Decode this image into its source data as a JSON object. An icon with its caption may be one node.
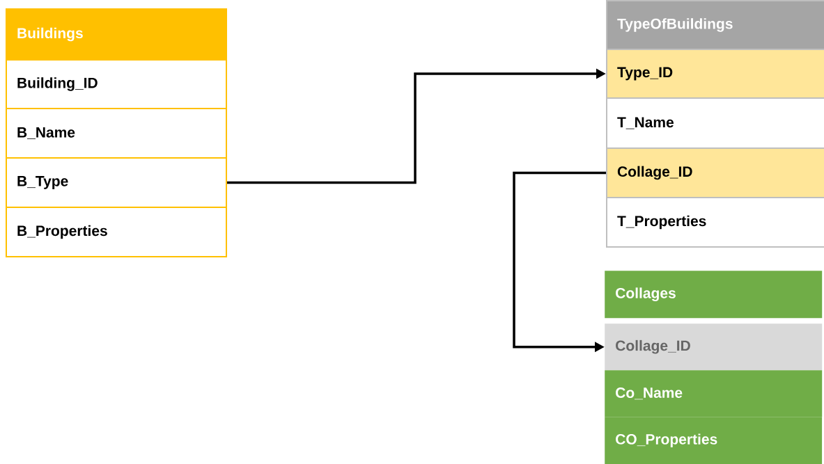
{
  "diagram": {
    "nodes": [
      {
        "text": [
          "Buildings"
        ]
      },
      {
        "text": [
          "Building_ID"
        ]
      },
      {
        "text": [
          "B_Name"
        ]
      },
      {
        "text": [
          "B_Type"
        ]
      },
      {
        "text": [
          "B_Properties"
        ]
      },
      {
        "text": [
          "TypeOfBuildings"
        ]
      },
      {
        "text": [
          "Type_ID"
        ]
      },
      {
        "text": [
          "T_Name"
        ]
      },
      {
        "text": [
          "Collage_ID"
        ]
      },
      {
        "text": [
          "T_Properties"
        ]
      },
      {
        "text": [
          "Collages"
        ]
      },
      {
        "text": [
          "Collage_ID"
        ]
      },
      {
        "text": [
          "Co_Name"
        ]
      },
      {
        "text": [
          "CO_Properties"
        ]
      }
    ],
    "edges": [
      {
        "from": 3,
        "to": 6,
        "arrow": "to"
      },
      {
        "from": 8,
        "to": 11,
        "arrow": "to"
      }
    ]
  }
}
